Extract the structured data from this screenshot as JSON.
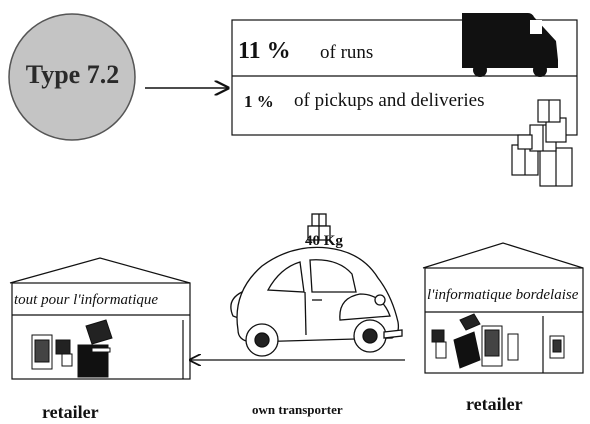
{
  "type_label": "Type 7.2",
  "stats": [
    {
      "percent": "11 %",
      "text": "of runs"
    },
    {
      "percent": "1 %",
      "text": "of pickups and deliveries"
    }
  ],
  "left_store": {
    "name": "tout pour l'informatique",
    "caption": "retailer"
  },
  "right_store": {
    "name": "l'informatique bordelaise",
    "caption": "retailer"
  },
  "transporter": {
    "caption": "own transporter",
    "load_weight": "40 Kg"
  },
  "icons": [
    "van-icon",
    "parcels-icon",
    "car-icon",
    "computer-equipment-icon",
    "arrow-icon"
  ],
  "colors": {
    "circle_fill": "#c4c4c4",
    "ink": "#111111"
  }
}
